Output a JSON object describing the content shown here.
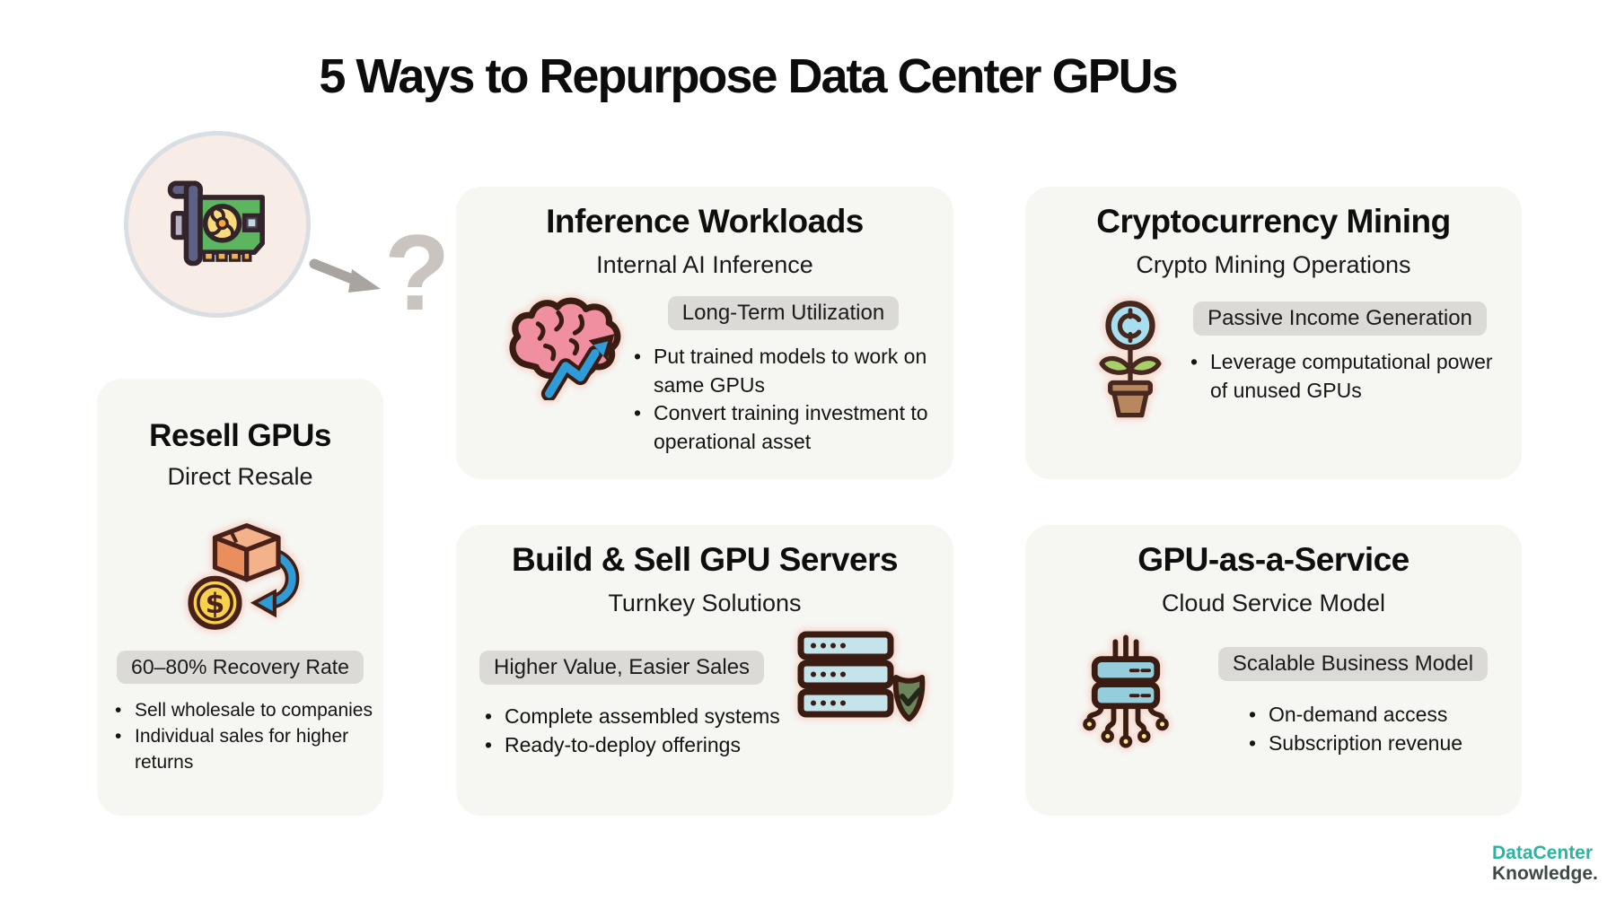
{
  "title": "5 Ways to Repurpose Data Center GPUs",
  "intro": {
    "question_mark": "?"
  },
  "cards": {
    "resell": {
      "title": "Resell GPUs",
      "subtitle": "Direct Resale",
      "badge": "60–80% Recovery Rate",
      "bullets": [
        "Sell wholesale to companies",
        "Individual sales for higher returns"
      ]
    },
    "inference": {
      "title": "Inference Workloads",
      "subtitle": "Internal AI Inference",
      "badge": "Long-Term Utilization",
      "bullets": [
        "Put trained models to work on same GPUs",
        "Convert training investment to operational asset"
      ]
    },
    "crypto": {
      "title": "Cryptocurrency Mining",
      "subtitle": "Crypto Mining Operations",
      "badge": "Passive Income Generation",
      "bullets": [
        "Leverage computational power of unused GPUs"
      ]
    },
    "servers": {
      "title": "Build & Sell GPU Servers",
      "subtitle": "Turnkey Solutions",
      "badge": "Higher Value, Easier Sales",
      "bullets": [
        "Complete assembled systems",
        "Ready-to-deploy offerings"
      ]
    },
    "gpuaas": {
      "title": "GPU-as-a-Service",
      "subtitle": "Cloud Service Model",
      "badge": "Scalable Business Model",
      "bullets": [
        "On-demand access",
        "Subscription revenue"
      ]
    }
  },
  "icons": {
    "intro": "gpu-card-icon",
    "arrow": "arrow-right-icon",
    "resell": "package-money-return-icon",
    "inference": "brain-growth-arrow-icon",
    "crypto": "crypto-coin-plant-icon",
    "servers": "server-rack-shield-icon",
    "gpuaas": "chip-circuit-icon"
  },
  "logo": {
    "line1": "DataCenter",
    "line2": "Knowledge."
  },
  "colors": {
    "card_bg": "#f6f6f3",
    "badge_bg": "#dbdad7",
    "circle_bg": "#f8ece7",
    "logo_teal": "#2bb3a3",
    "logo_dark": "#404845",
    "accent_blue": "#2f9bd8",
    "outline_brown": "#3a1c13"
  }
}
